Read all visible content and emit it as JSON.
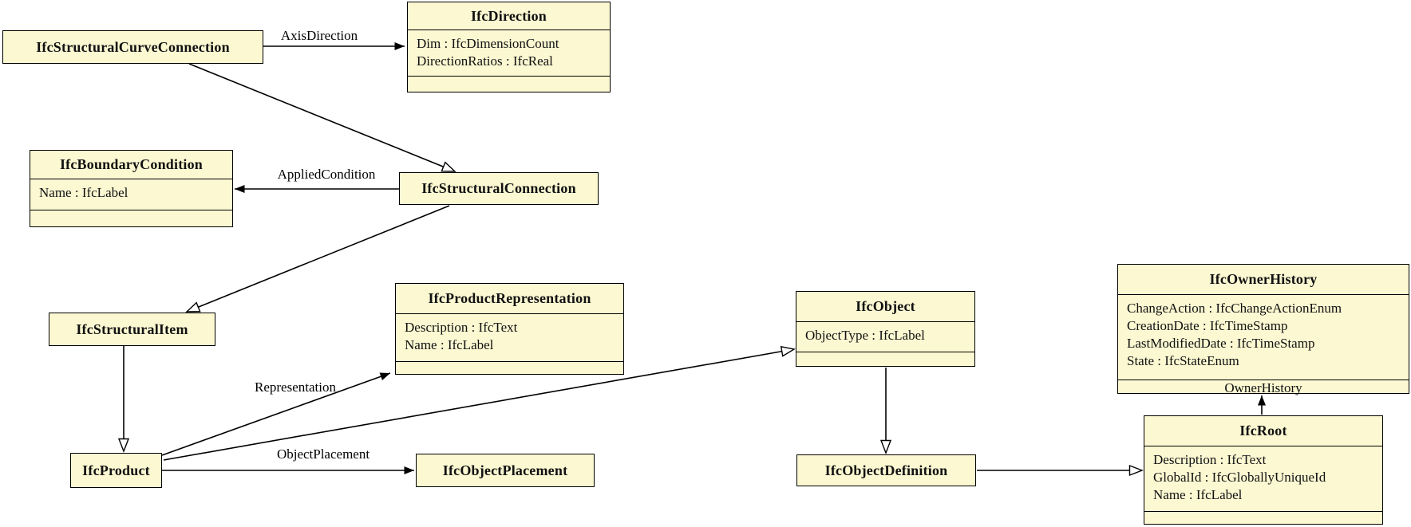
{
  "diagram": {
    "type": "uml-class-diagram",
    "classes": {
      "ifc_structural_curve_connection": {
        "title": "IfcStructuralCurveConnection"
      },
      "ifc_direction": {
        "title": "IfcDirection",
        "attributes": [
          "Dim : IfcDimensionCount",
          "DirectionRatios : IfcReal"
        ]
      },
      "ifc_boundary_condition": {
        "title": "IfcBoundaryCondition",
        "attributes": [
          "Name : IfcLabel"
        ]
      },
      "ifc_structural_connection": {
        "title": "IfcStructuralConnection"
      },
      "ifc_structural_item": {
        "title": "IfcStructuralItem"
      },
      "ifc_product_representation": {
        "title": "IfcProductRepresentation",
        "attributes": [
          "Description : IfcText",
          "Name : IfcLabel"
        ]
      },
      "ifc_object": {
        "title": "IfcObject",
        "attributes": [
          "ObjectType : IfcLabel"
        ]
      },
      "ifc_owner_history": {
        "title": "IfcOwnerHistory",
        "attributes": [
          "ChangeAction : IfcChangeActionEnum",
          "CreationDate : IfcTimeStamp",
          "LastModifiedDate : IfcTimeStamp",
          "State : IfcStateEnum"
        ]
      },
      "ifc_product": {
        "title": "IfcProduct"
      },
      "ifc_object_placement": {
        "title": "IfcObjectPlacement"
      },
      "ifc_object_definition": {
        "title": "IfcObjectDefinition"
      },
      "ifc_root": {
        "title": "IfcRoot",
        "attributes": [
          "Description : IfcText",
          "GlobalId : IfcGloballyUniqueId",
          "Name : IfcLabel"
        ]
      }
    },
    "association_labels": {
      "axis_direction": "AxisDirection",
      "applied_condition": "AppliedCondition",
      "representation": "Representation",
      "object_placement": "ObjectPlacement",
      "owner_history": "OwnerHistory"
    },
    "colors": {
      "box_fill": "#FBF8D2",
      "box_border": "#000000",
      "line": "#000000",
      "background": "#FFFFFF"
    }
  }
}
